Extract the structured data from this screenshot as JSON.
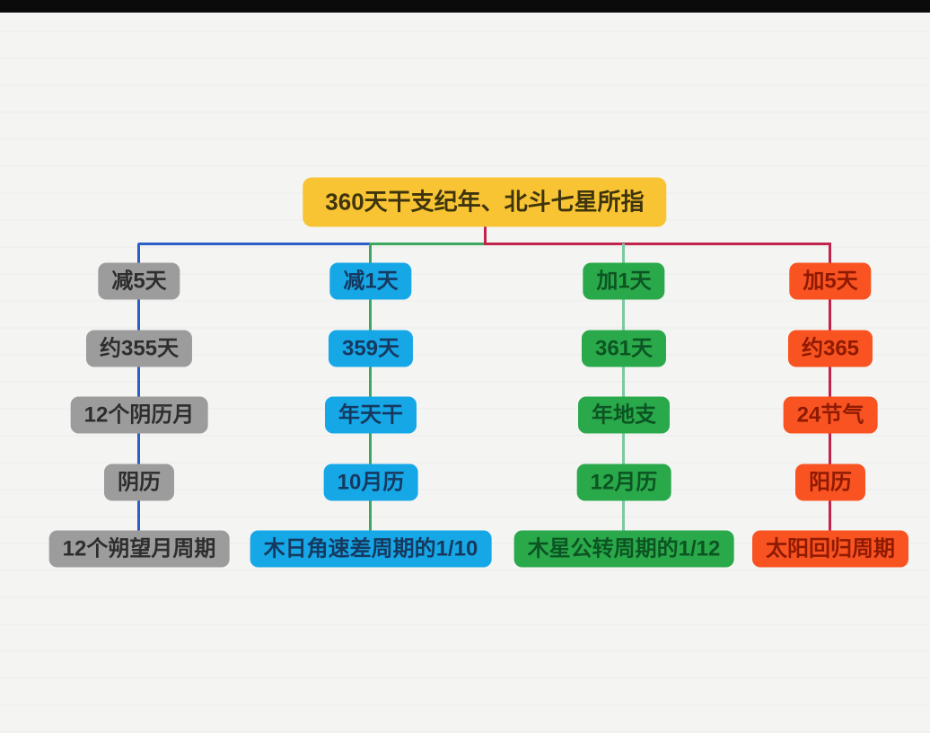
{
  "page": {
    "background_color": "#f4f4f3",
    "top_bar_color": "#0b0b0b"
  },
  "root": {
    "label": "360天干支纪年、北斗七星所指",
    "bg": "#f8c433",
    "text_color": "#3e340d",
    "stub_line_color": "#c0244a"
  },
  "connectors": {
    "horizontal_left_color": "#2e5ec7",
    "horizontal_mid_color": "#3aa85e",
    "horizontal_right_color": "#c0244a"
  },
  "columns": [
    {
      "id": "lunar-calendar",
      "box_bg": "#9c9c9c",
      "box_text": "#2e2e2e",
      "line_color": "#2e5ec7",
      "nodes": [
        {
          "label": "减5天"
        },
        {
          "label": "约355天"
        },
        {
          "label": "12个阴历月"
        },
        {
          "label": "阴历"
        },
        {
          "label": "12个朔望月周期"
        }
      ]
    },
    {
      "id": "heavenly-stems",
      "box_bg": "#16a7e7",
      "box_text": "#16395f",
      "line_color": "#3aa85e",
      "nodes": [
        {
          "label": "减1天"
        },
        {
          "label": "359天"
        },
        {
          "label": "年天干"
        },
        {
          "label": "10月历"
        },
        {
          "label": "木日角速差周期的1/10"
        }
      ]
    },
    {
      "id": "earthly-branches",
      "box_bg": "#2aa94a",
      "box_text": "#0c5523",
      "line_color": "#7cc9a0",
      "nodes": [
        {
          "label": "加1天"
        },
        {
          "label": "361天"
        },
        {
          "label": "年地支"
        },
        {
          "label": "12月历"
        },
        {
          "label": "木星公转周期的1/12"
        }
      ]
    },
    {
      "id": "solar-calendar",
      "box_bg": "#f85321",
      "box_text": "#8f1a02",
      "line_color": "#c0244a",
      "nodes": [
        {
          "label": "加5天"
        },
        {
          "label": "约365"
        },
        {
          "label": "24节气"
        },
        {
          "label": "阳历"
        },
        {
          "label": "太阳回归周期"
        }
      ]
    }
  ]
}
